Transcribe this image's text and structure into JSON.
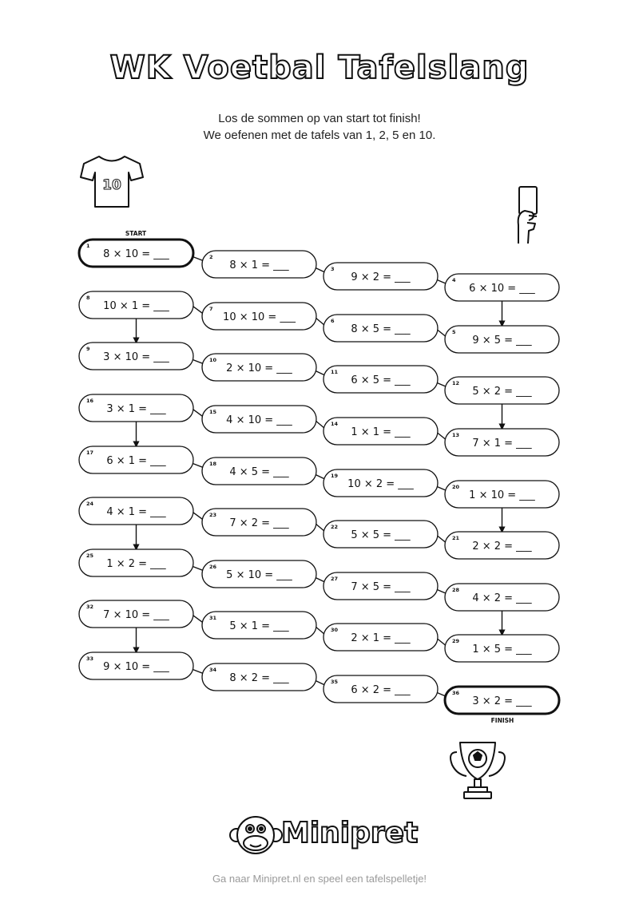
{
  "title": "WK Voetbal Tafelslang",
  "subtitle_lines": [
    "Los de sommen op van start tot finish!",
    "We oefenen met de tafels van 1, 2, 5 en 10."
  ],
  "start_label": "START",
  "finish_label": "FINISH",
  "shirt_number": "10",
  "brand": "Minipret",
  "footer": "Ga naar Minipret.nl en speel een tafelspelletje!",
  "problems": [
    {
      "n": "1",
      "text": "8 × 10 = ___"
    },
    {
      "n": "2",
      "text": "8 × 1 = ___"
    },
    {
      "n": "3",
      "text": "9 × 2 = ___"
    },
    {
      "n": "4",
      "text": "6 × 10 = ___"
    },
    {
      "n": "5",
      "text": "9 × 5 = ___"
    },
    {
      "n": "6",
      "text": "8 × 5 = ___"
    },
    {
      "n": "7",
      "text": "10 × 10 = ___"
    },
    {
      "n": "8",
      "text": "10 × 1 = ___"
    },
    {
      "n": "9",
      "text": "3 × 10 = ___"
    },
    {
      "n": "10",
      "text": "2 × 10 = ___"
    },
    {
      "n": "11",
      "text": "6 × 5 = ___"
    },
    {
      "n": "12",
      "text": "5 × 2 = ___"
    },
    {
      "n": "13",
      "text": "7 × 1 = ___"
    },
    {
      "n": "14",
      "text": "1 × 1 = ___"
    },
    {
      "n": "15",
      "text": "4 × 10 = ___"
    },
    {
      "n": "16",
      "text": "3 × 1 = ___"
    },
    {
      "n": "17",
      "text": "6 × 1 = ___"
    },
    {
      "n": "18",
      "text": "4 × 5 = ___"
    },
    {
      "n": "19",
      "text": "10 × 2 = ___"
    },
    {
      "n": "20",
      "text": "1 × 10 = ___"
    },
    {
      "n": "21",
      "text": "2 × 2 = ___"
    },
    {
      "n": "22",
      "text": "5 × 5 = ___"
    },
    {
      "n": "23",
      "text": "7 × 2 = ___"
    },
    {
      "n": "24",
      "text": "4 × 1 = ___"
    },
    {
      "n": "25",
      "text": "1 × 2 = ___"
    },
    {
      "n": "26",
      "text": "5 × 10 = ___"
    },
    {
      "n": "27",
      "text": "7 × 5 = ___"
    },
    {
      "n": "28",
      "text": "4 × 2 = ___"
    },
    {
      "n": "29",
      "text": "1 × 5 = ___"
    },
    {
      "n": "30",
      "text": "2 × 1 = ___"
    },
    {
      "n": "31",
      "text": "5 × 1 = ___"
    },
    {
      "n": "32",
      "text": "7 × 10 = ___"
    },
    {
      "n": "33",
      "text": "9 × 10 = ___"
    },
    {
      "n": "34",
      "text": "8 × 2 = ___"
    },
    {
      "n": "35",
      "text": "6 × 2 = ___"
    },
    {
      "n": "36",
      "text": "3 × 2 = ___"
    }
  ]
}
